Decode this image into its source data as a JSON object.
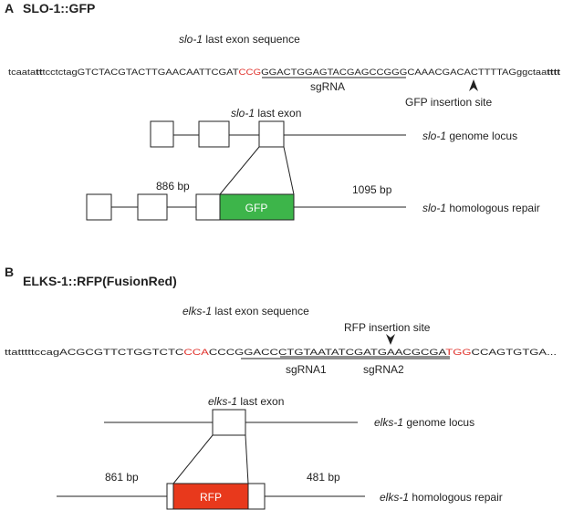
{
  "panel_a": {
    "letter": "A",
    "title": "SLO-1::GFP",
    "seq_heading_gene": "slo-1",
    "seq_heading_rest": " last exon sequence",
    "seq": {
      "p1": "tcaata",
      "p2": "tt",
      "p3": "tcctctag",
      "p4": "GTCTACGTACTTGAACAATTCGAT",
      "p5": "CCG",
      "p6": "GGACTGGAGTACGAGCCGGG",
      "p7": "CAAACGACACTTTTAGggctaa",
      "p8": "tttt"
    },
    "sgrna_label": "sgRNA",
    "insertion_label": "GFP insertion site",
    "exon_label_gene": "slo-1",
    "exon_label_rest": " last exon",
    "locus_label_gene": "slo-1",
    "locus_label_rest": " genome locus",
    "left_arm": "886 bp",
    "right_arm": "1095 bp",
    "tag_label": "GFP",
    "repair_label_gene": "slo-1",
    "repair_label_rest": " homologous repair",
    "tag_color": "#3db54a"
  },
  "panel_b": {
    "letter": "B",
    "title": "ELKS-1::RFP(FusionRed)",
    "seq_heading_gene": "elks-1",
    "seq_heading_rest": " last exon sequence",
    "insertion_label": "RFP insertion site",
    "seq": {
      "p1": "ttatttttccagACGCGTTCTGGTCTC",
      "p2": "CCA",
      "p3": "CCCGGACCC",
      "p4": "TGTAATATCGATGAACGCGA",
      "p5": "TGG",
      "p6": "CCAGTGTGA",
      "p7": "..."
    },
    "sgrna1_label": "sgRNA1",
    "sgrna2_label": "sgRNA2",
    "exon_label_gene": "elks-1",
    "exon_label_rest": " last exon",
    "locus_label_gene": "elks-1",
    "locus_label_rest": " genome locus",
    "left_arm": "861 bp",
    "right_arm": "481 bp",
    "tag_label": "RFP",
    "repair_label_gene": "elks-1",
    "repair_label_rest": " homologous repair",
    "tag_color": "#e8391c"
  }
}
